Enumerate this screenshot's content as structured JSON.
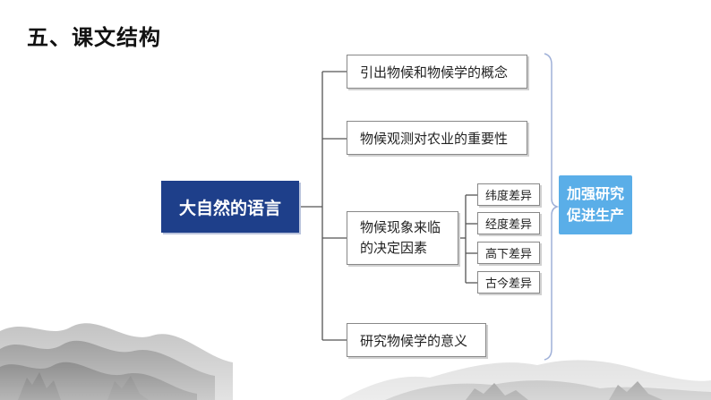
{
  "slide": {
    "title": "五、课文结构"
  },
  "diagram": {
    "root": "大自然的语言",
    "branches": [
      {
        "label": "引出物候和物候学的概念"
      },
      {
        "label": "物候观测对农业的重要性"
      },
      {
        "label_line1": "物候现象来临",
        "label_line2": "的决定因素",
        "factors": [
          "纬度差异",
          "经度差异",
          "高下差异",
          "古今差异"
        ]
      },
      {
        "label": "研究物候学的意义"
      }
    ],
    "conclusion": {
      "line1": "加强研究",
      "line2": "促进生产"
    },
    "colors": {
      "root": "#1e3f8a",
      "conclusion": "#5aaee8",
      "bracket": "#9fb0d8"
    }
  }
}
